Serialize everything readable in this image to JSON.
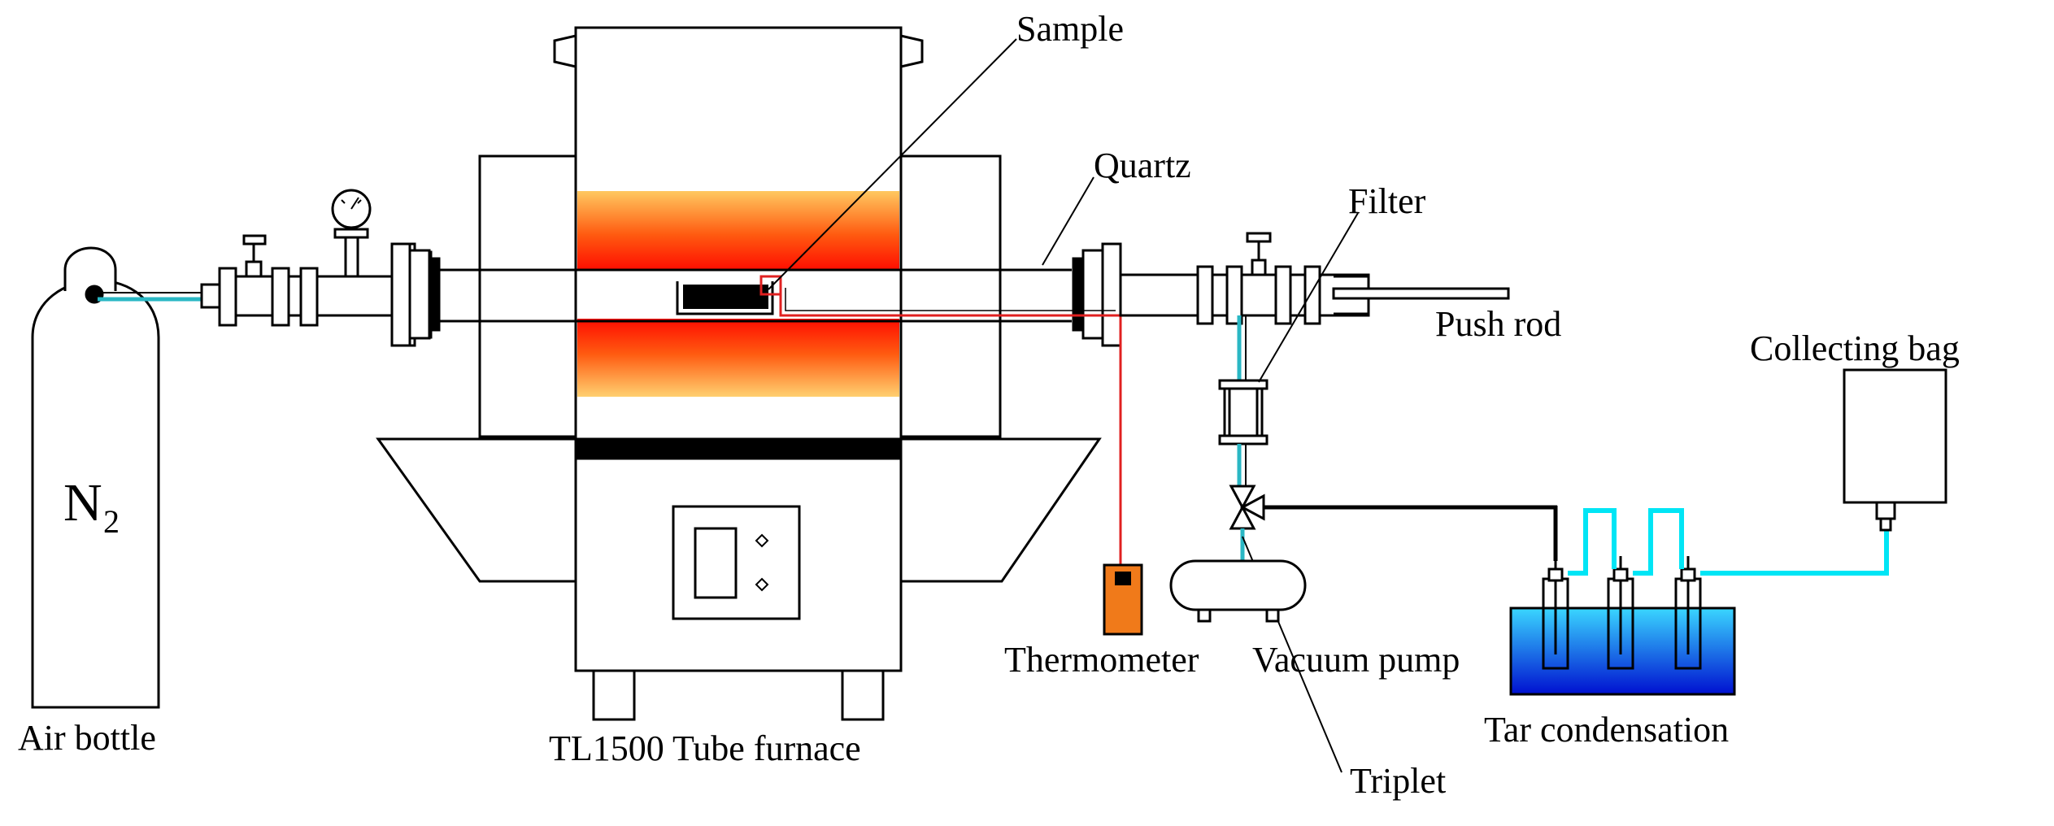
{
  "labels": {
    "sample": "Sample",
    "quartz": "Quartz",
    "filter": "Filter",
    "push_rod": "Push rod",
    "collecting_bag": "Collecting bag",
    "thermometer": "Thermometer",
    "vacuum_pump": "Vacuum pump",
    "tar_condensation": "Tar condensation",
    "triplet": "Triplet",
    "air_bottle": "Air bottle",
    "furnace": "TL1500 Tube furnace",
    "gas_N": "N",
    "gas_sub": "2"
  },
  "colors": {
    "line": "#000000",
    "gas_line": "#2ab7c4",
    "condensate_line": "#00e5f5",
    "thermo_wire": "#e02020",
    "thermometer_body": "#f07a1a",
    "water_top": "#3ad0ff",
    "water_bottom": "#0018d8",
    "heater_outer": "#ffd070",
    "heater_inner": "#ff1800"
  }
}
